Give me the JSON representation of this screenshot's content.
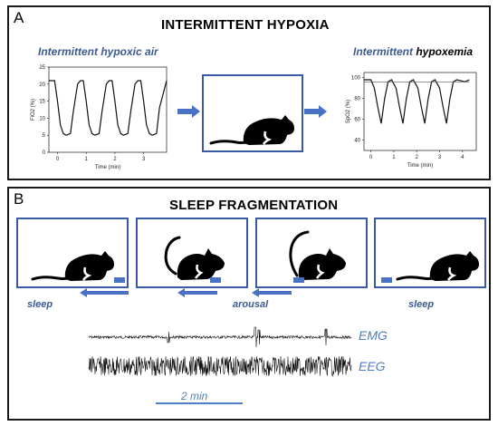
{
  "panel_a": {
    "letter": "A",
    "title": "INTERMITTENT HYPOXIA",
    "left_plot": {
      "heading": "Intermittent hypoxic air",
      "ylabel": "FiO2 (%)",
      "xlabel": "Time (min)",
      "yticks": [
        "0",
        "5",
        "10",
        "15",
        "20",
        "25"
      ],
      "xticks": [
        "0",
        "1",
        "2",
        "3"
      ]
    },
    "right_plot": {
      "heading_part1": "Intermittent ",
      "heading_part2": "hypoxemia",
      "ylabel": "SpO2 (%)",
      "xlabel": "Time (min)",
      "yticks": [
        "40",
        "60",
        "80",
        "100"
      ],
      "xticks": [
        "0",
        "1",
        "2",
        "3",
        "4"
      ]
    }
  },
  "panel_b": {
    "letter": "B",
    "title": "SLEEP FRAGMENTATION",
    "state_labels": [
      "sleep",
      "arousal",
      "sleep"
    ],
    "signals": [
      "EMG",
      "EEG"
    ],
    "scale_bar": "2 min"
  },
  "colors": {
    "accent_blue": "#3a5aa8",
    "label_blue": "#3c5a91",
    "signal_label_blue": "#4f7fc0",
    "border": "#1a1a1a"
  },
  "chart_data": [
    {
      "type": "line",
      "title": "Intermittent hypoxic air",
      "xlabel": "Time (min)",
      "ylabel": "FiO2 (%)",
      "xlim": [
        -0.3,
        3.8
      ],
      "ylim": [
        0,
        25
      ],
      "series": [
        {
          "x": [
            -0.3,
            -0.1,
            0.0,
            0.1,
            0.2,
            0.3,
            0.45,
            0.55,
            0.7,
            0.8,
            0.9,
            1.0,
            1.1,
            1.2,
            1.3,
            1.45,
            1.55,
            1.7,
            1.8,
            1.9,
            2.0,
            2.1,
            2.2,
            2.3,
            2.45,
            2.55,
            2.7,
            2.8,
            2.9,
            3.0,
            3.1,
            3.2,
            3.3,
            3.45,
            3.55,
            3.8
          ],
          "y": [
            21,
            21,
            15,
            8,
            5.5,
            5,
            5.5,
            12,
            20,
            21,
            21,
            15,
            8,
            5.5,
            5,
            5.5,
            12,
            20,
            21,
            21,
            15,
            8,
            5.5,
            5,
            5.5,
            12,
            20,
            21,
            21,
            15,
            8,
            5.5,
            5,
            5.5,
            13,
            21
          ]
        }
      ]
    },
    {
      "type": "line",
      "title": "Intermittent hypoxemia",
      "xlabel": "Time (min)",
      "ylabel": "SpO2 (%)",
      "xlim": [
        -0.3,
        4.6
      ],
      "ylim": [
        30,
        105
      ],
      "series": [
        {
          "x": [
            -0.3,
            0.0,
            0.15,
            0.3,
            0.45,
            0.6,
            0.75,
            0.9,
            1.1,
            1.25,
            1.4,
            1.55,
            1.7,
            1.85,
            2.05,
            2.2,
            2.35,
            2.5,
            2.65,
            2.8,
            3.0,
            3.15,
            3.3,
            3.45,
            3.6,
            3.75,
            3.95,
            4.1,
            4.3
          ],
          "y": [
            98,
            98,
            90,
            72,
            56,
            80,
            96,
            98,
            90,
            72,
            56,
            80,
            96,
            98,
            90,
            72,
            56,
            80,
            96,
            98,
            90,
            72,
            56,
            80,
            96,
            98,
            97,
            96,
            98
          ]
        },
        {
          "x": [
            -0.3,
            4.3
          ],
          "y": [
            96,
            96
          ]
        }
      ]
    }
  ]
}
